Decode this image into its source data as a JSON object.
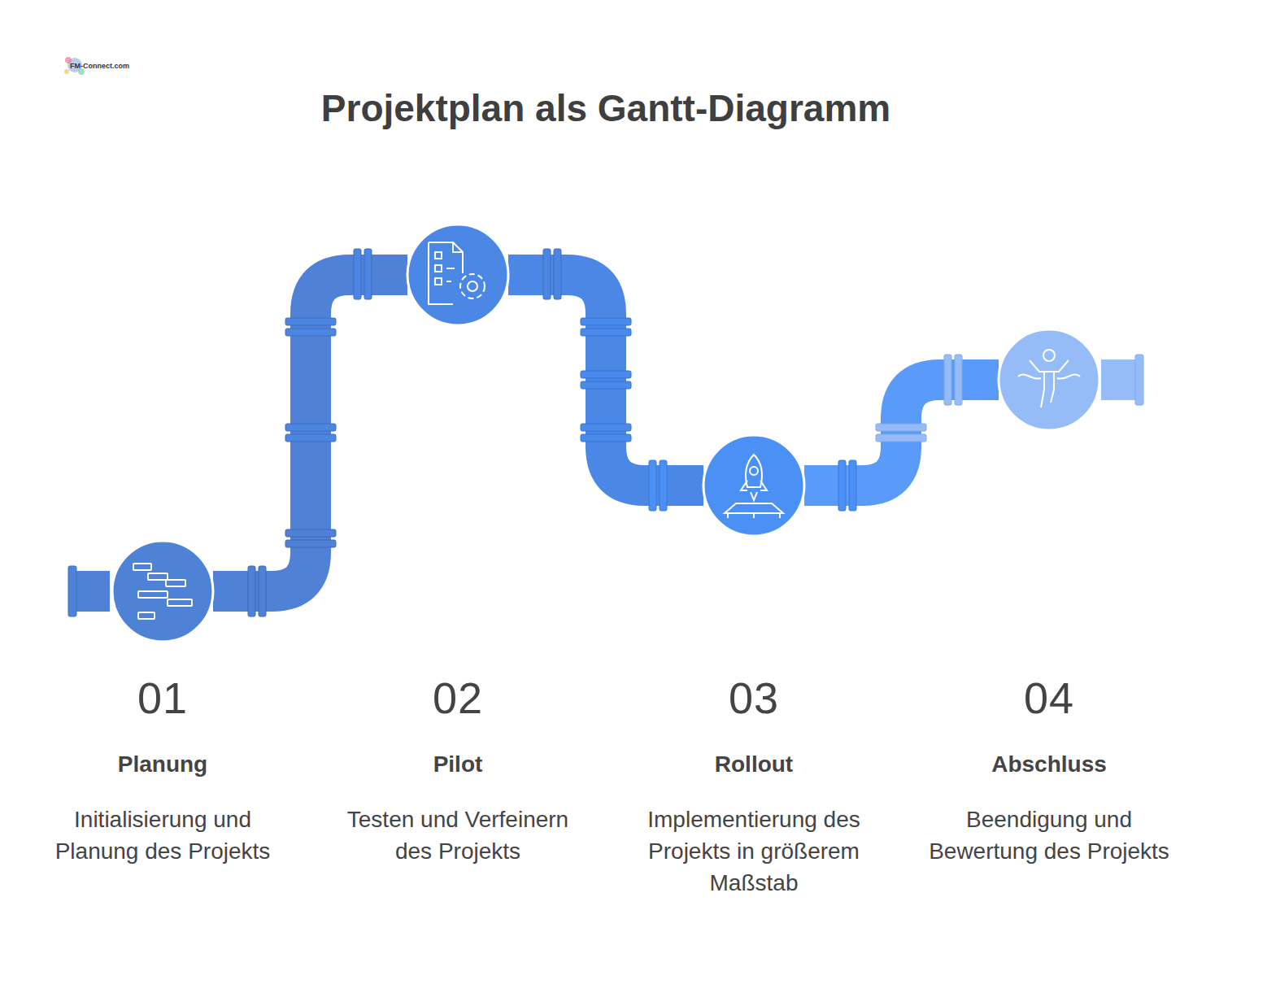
{
  "diagram": {
    "title": "Projektplan als Gantt-Diagramm",
    "nodes": [
      {
        "text": [
          "01",
          "Planung",
          "Initialisierung und Planung des Projekts"
        ]
      },
      {
        "text": [
          "02",
          "Pilot",
          "Testen und Verfeinern des Projekts"
        ]
      },
      {
        "text": [
          "03",
          "Rollout",
          "Implementierung des Projekts in größerem Maßstab"
        ]
      },
      {
        "text": [
          "04",
          "Abschluss",
          "Beendigung und Bewertung des Projekts"
        ]
      }
    ],
    "edges": [
      {
        "from": 0,
        "to": 1,
        "arrow": "none"
      },
      {
        "from": 1,
        "to": 2,
        "arrow": "none"
      },
      {
        "from": 2,
        "to": 3,
        "arrow": "none"
      }
    ],
    "labels": [
      "FM-Connect.com"
    ]
  }
}
